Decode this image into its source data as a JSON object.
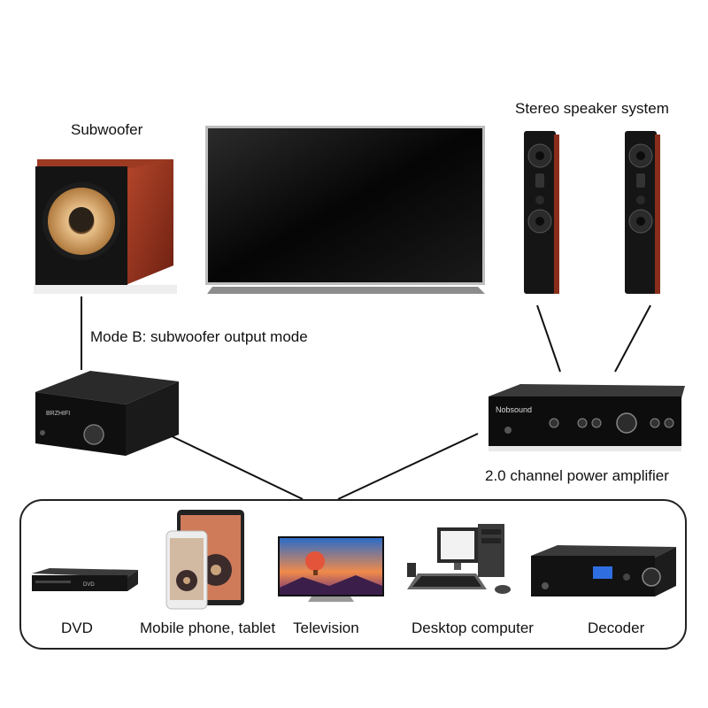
{
  "labels": {
    "subwoofer": "Subwoofer",
    "speakers": "Stereo speaker system",
    "mode_b": "Mode B: subwoofer output mode",
    "amplifier": "2.0 channel power amplifier"
  },
  "sources": [
    {
      "label": "DVD"
    },
    {
      "label": "Mobile phone, tablet"
    },
    {
      "label": "Television"
    },
    {
      "label": "Desktop computer"
    },
    {
      "label": "Decoder"
    }
  ],
  "device_text": {
    "small_amp_brand": "BRZHIFI",
    "amp_brand": "Nobsound",
    "dvd_brand": "DVD"
  },
  "colors": {
    "wood": "#8a2e1c",
    "device_black": "#111111",
    "woofer_cone": "#d9a56b",
    "line": "#111111"
  }
}
